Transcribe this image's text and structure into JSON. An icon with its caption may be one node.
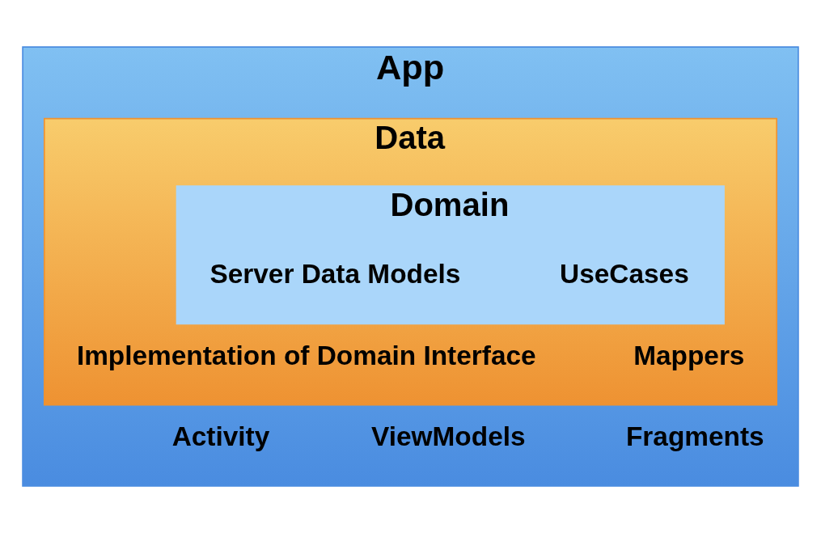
{
  "diagram": {
    "nodes": [
      {
        "text": [
          "App",
          "Activity",
          "ViewModels",
          "Fragments"
        ]
      },
      {
        "text": [
          "Data",
          "Implementation of Domain Interface",
          "Mappers"
        ],
        "in": 0
      },
      {
        "text": [
          "Domain",
          "Server Data Models",
          "UseCases"
        ],
        "in": 1
      }
    ],
    "edges": []
  }
}
